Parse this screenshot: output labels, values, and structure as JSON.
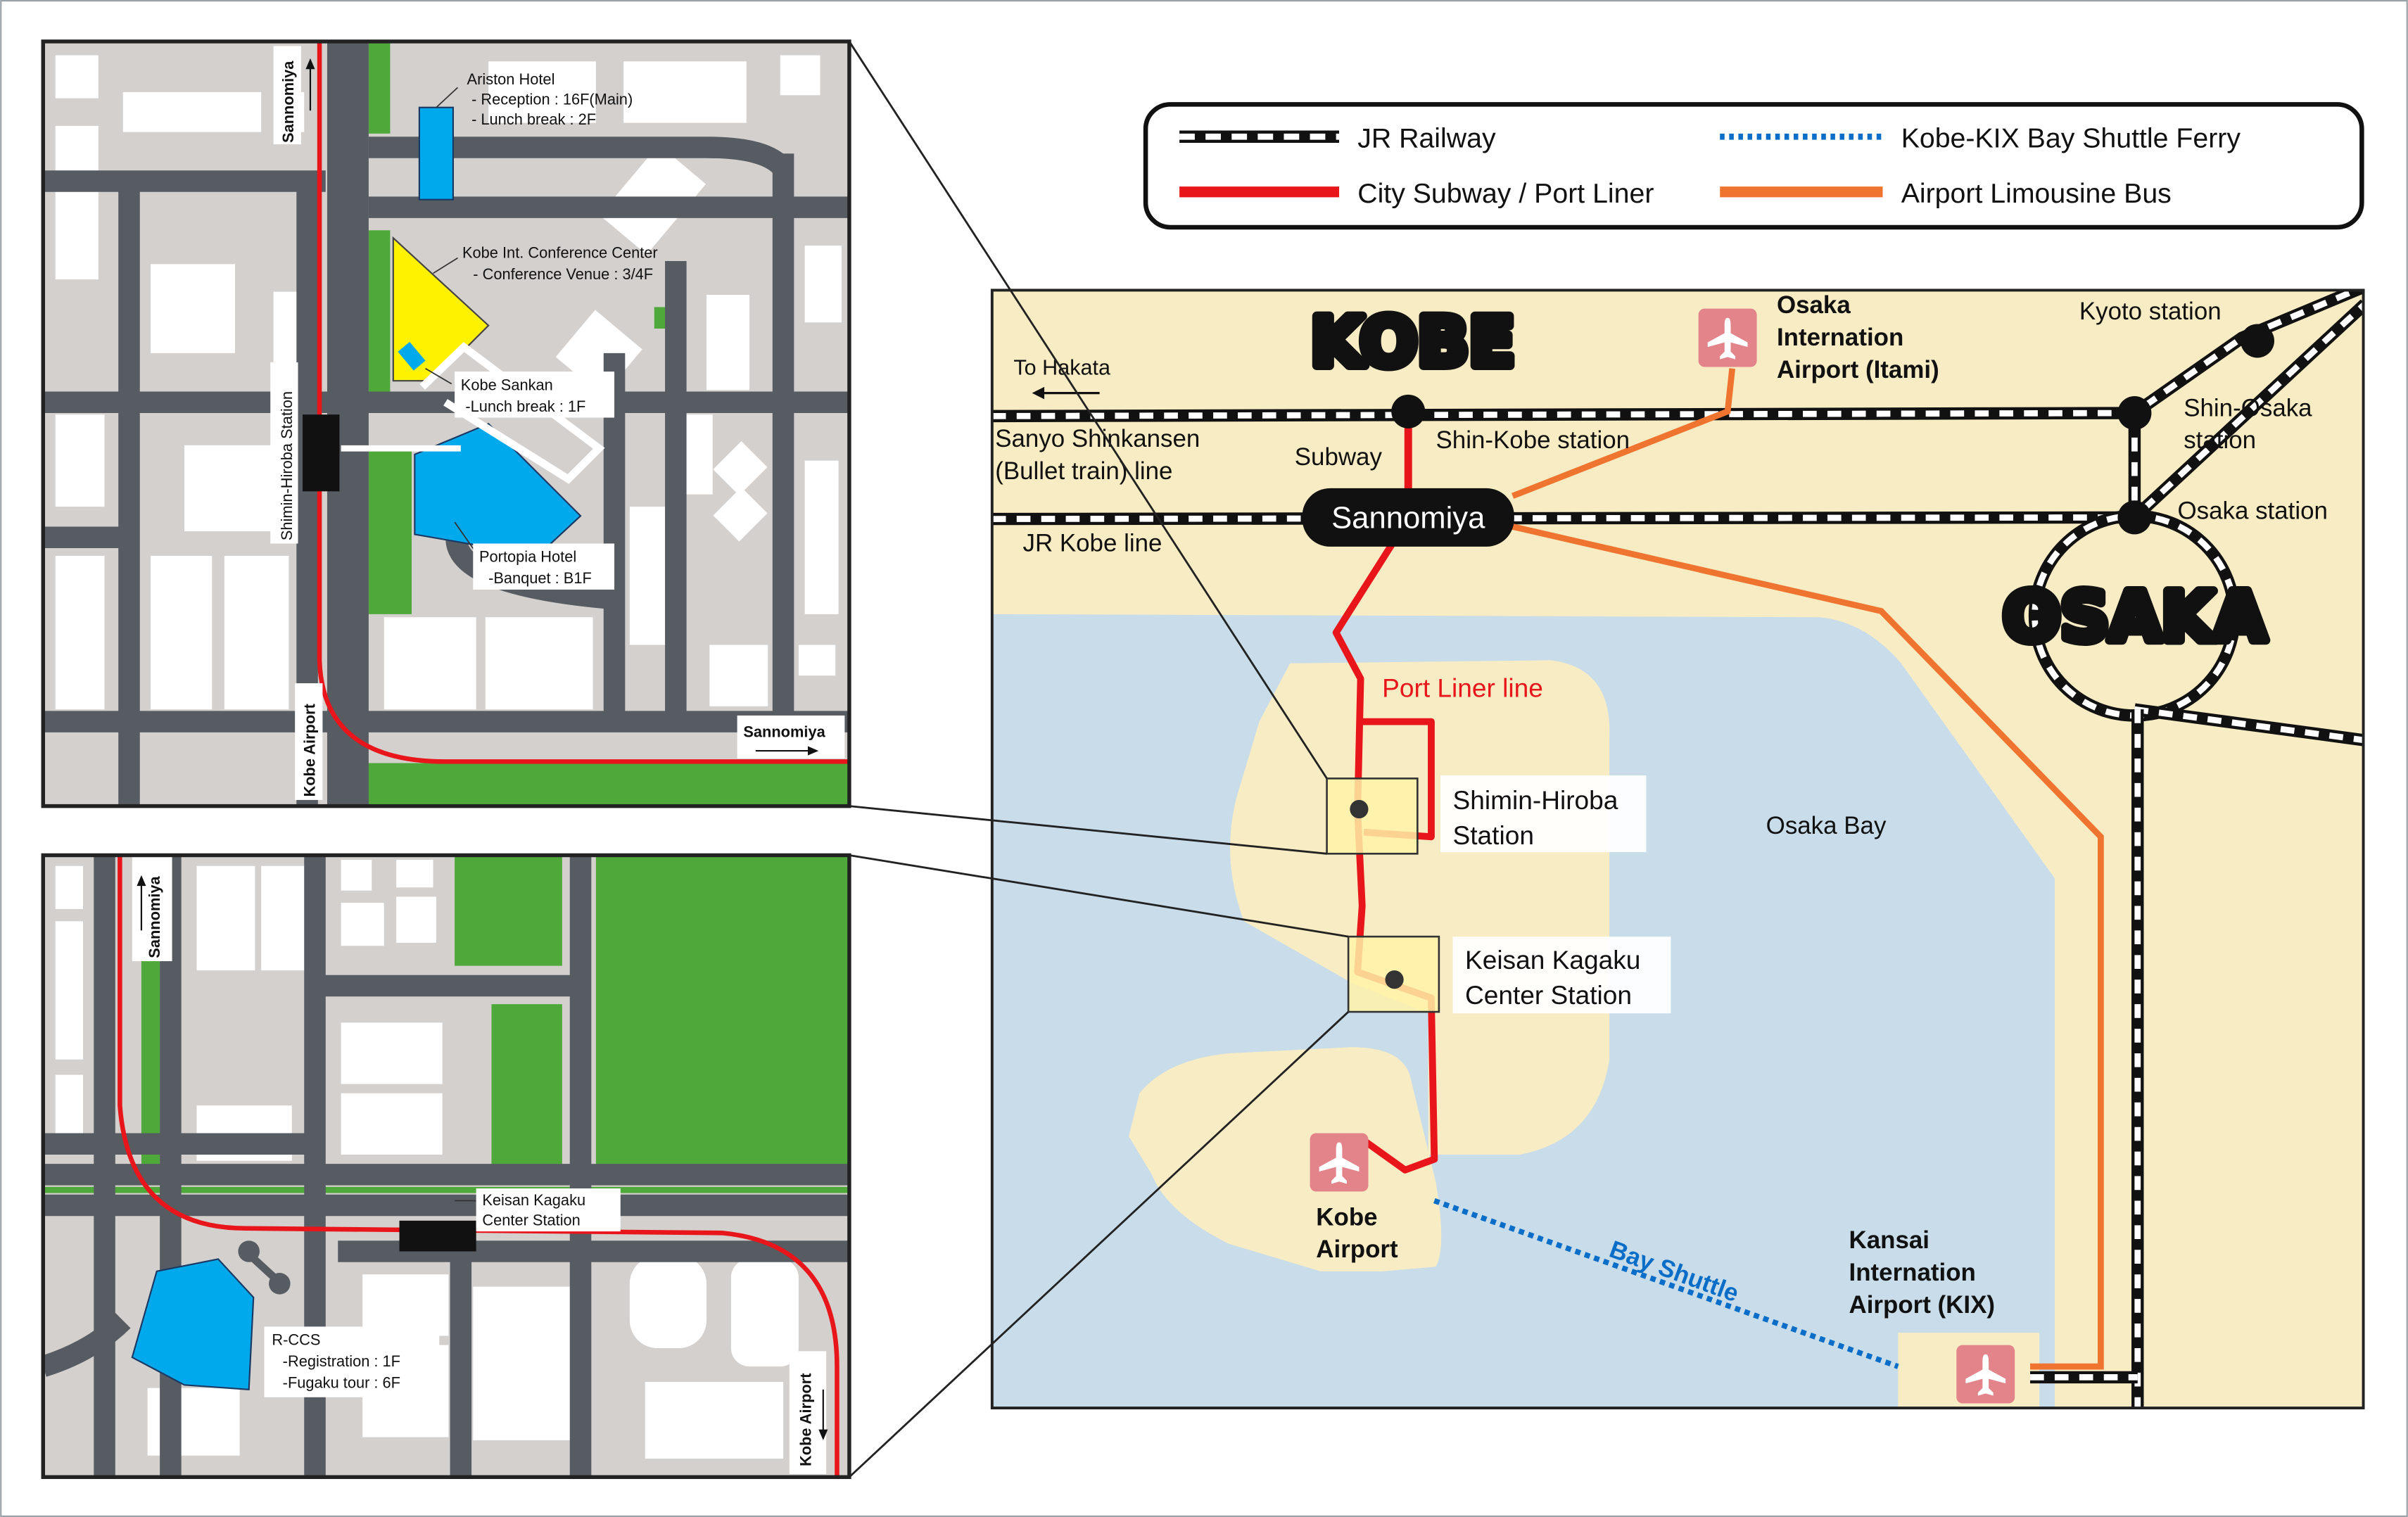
{
  "legend": {
    "jr_railway": "JR Railway",
    "ferry": "Kobe-KIX Bay Shuttle Ferry",
    "subway": "City Subway / Port Liner",
    "bus": "Airport Limousine Bus"
  },
  "main_map": {
    "kobe": "KOBE",
    "osaka": "OSAKA",
    "to_hakata": "To Hakata",
    "shinkansen_line": [
      "Sanyo Shinkansen",
      "(Bullet train) line"
    ],
    "subway": "Subway",
    "shin_kobe": "Shin-Kobe station",
    "sannomiya": "Sannomiya",
    "jr_kobe_line": "JR Kobe line",
    "itami": [
      "Osaka",
      "Internation",
      "Airport (Itami)"
    ],
    "kyoto": "Kyoto station",
    "shin_osaka": [
      "Shin-Osaka",
      "station"
    ],
    "osaka_station": "Osaka station",
    "port_liner": "Port Liner line",
    "shimin_hiroba": [
      "Shimin-Hiroba",
      "Station"
    ],
    "osaka_bay": "Osaka Bay",
    "keisan_kagaku": [
      "Keisan Kagaku",
      "Center Station"
    ],
    "kobe_airport": [
      "Kobe",
      "Airport"
    ],
    "bay_shuttle": "Bay Shuttle",
    "kix": [
      "Kansai",
      "Internation",
      "Airport (KIX)"
    ]
  },
  "inset_top": {
    "sannomiya_top": "Sannomiya",
    "ariston": [
      "Ariston Hotel",
      "- Reception : 16F(Main)",
      "- Lunch break : 2F"
    ],
    "conference": [
      "Kobe Int. Conference Center",
      "- Conference Venue : 3/4F"
    ],
    "sankan": [
      "Kobe Sankan",
      "-Lunch break : 1F"
    ],
    "shimin_station": "Shimin-Hiroba Station",
    "portopia": [
      "Portopia Hotel",
      "-Banquet : B1F"
    ],
    "kobe_airport": "Kobe Airport",
    "sannomiya_right": "Sannomiya"
  },
  "inset_bottom": {
    "sannomiya": "Sannomiya",
    "keisan_station": [
      "Keisan Kagaku",
      "Center Station"
    ],
    "rccs": [
      "R-CCS",
      "-Registration : 1F",
      "-Fugaku tour : 6F"
    ],
    "kobe_airport": "Kobe Airport"
  },
  "colors": {
    "subway": "#e8161b",
    "bus": "#ef7430",
    "ferry": "#0a6ec8",
    "land": "#f8ecc4",
    "water": "#c8dcea",
    "road": "#575c63",
    "block": "#d3d0cd",
    "park": "#4fa83a",
    "hotel": "#00a9ec",
    "venue": "#fff200",
    "airport_icon": "#e2848a"
  }
}
